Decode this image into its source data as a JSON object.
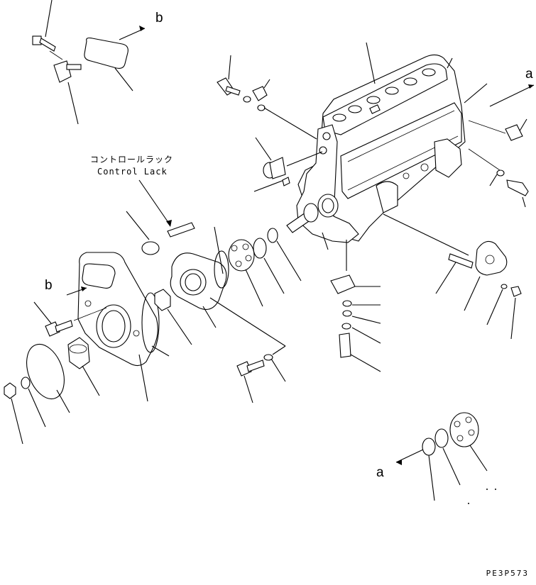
{
  "labels": {
    "control_lack_jp": "コントロールラック",
    "control_lack_en": "Control Lack",
    "ref_a": "a",
    "ref_b": "b",
    "drawing_code": "PE3P573"
  }
}
